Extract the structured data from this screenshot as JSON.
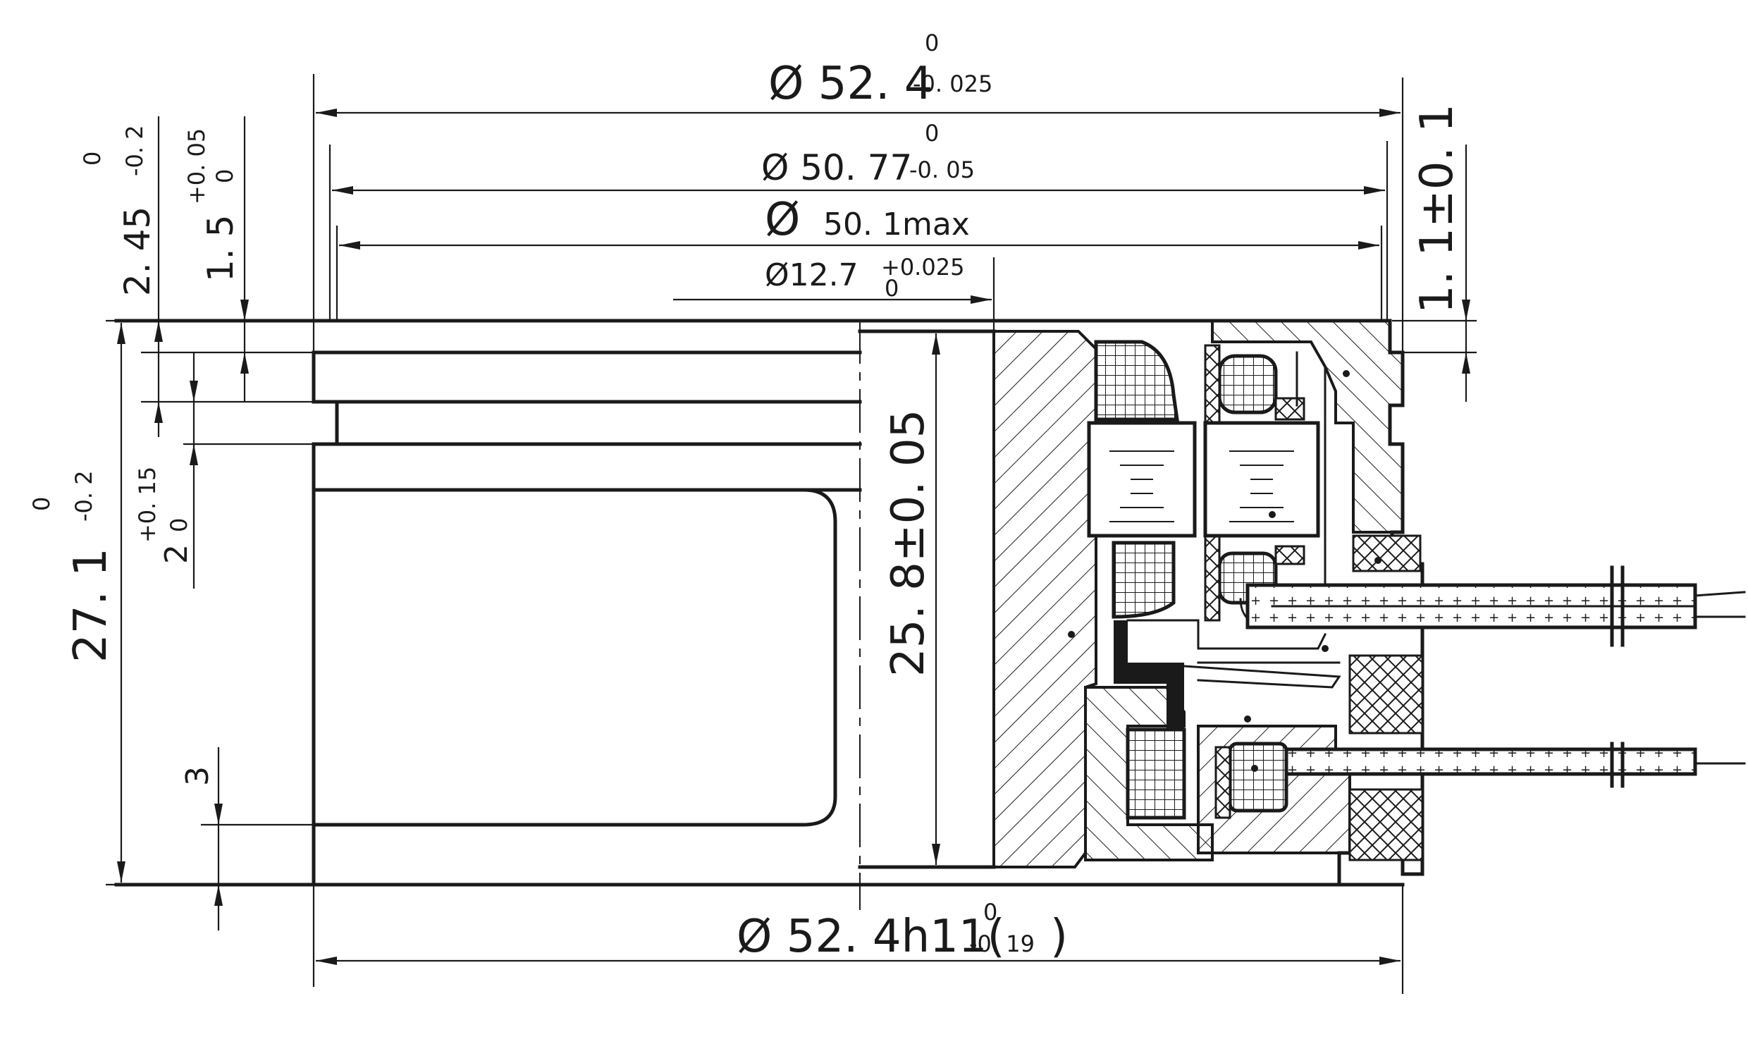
{
  "dimensions": {
    "outer_diameter": {
      "main": "Ø 52. 4",
      "upper": "0",
      "lower": "-0. 025"
    },
    "diameter_50_77": {
      "main": "Ø 50. 77",
      "upper": "0",
      "lower": "-0. 05"
    },
    "diameter_50_1": {
      "symbol": "Ø",
      "main": "50. 1max"
    },
    "bore_12_7": {
      "main": "Ø12.7",
      "upper": "+0.025",
      "lower": "0"
    },
    "bottom_diameter": {
      "main": "Ø 52. 4h11(",
      "upper": "0",
      "lower": "-0. 19",
      "close": ")"
    },
    "height_27_1": {
      "main": "27. 1",
      "upper": "0",
      "lower": "-0. 2"
    },
    "height_2_45": {
      "main": "2. 45",
      "upper": "0",
      "lower": "-0. 2"
    },
    "height_1_5": {
      "main": "1. 5",
      "upper": "+0. 05",
      "lower": "0"
    },
    "height_2": {
      "main": "2",
      "upper": "+0. 15",
      "lower": "0"
    },
    "height_3": {
      "main": "3"
    },
    "inner_25_8": {
      "main": "25. 8±0. 05"
    },
    "step_1_1": {
      "main": "1. 1±0. 1"
    }
  }
}
